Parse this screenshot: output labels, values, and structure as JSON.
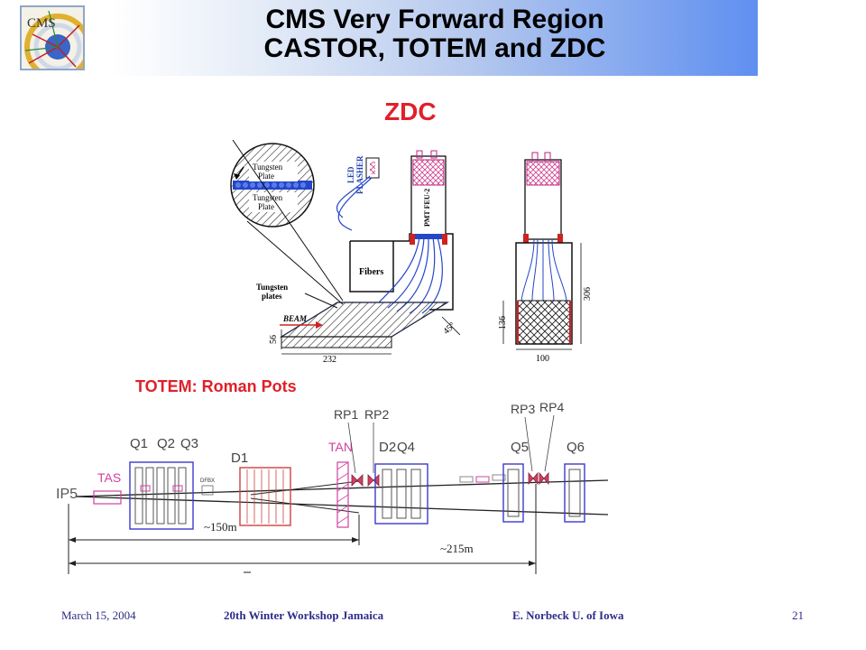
{
  "header": {
    "title_line1": "CMS  Very Forward  Region",
    "title_line2": "CASTOR, TOTEM and ZDC",
    "logo_text": "CMS"
  },
  "zdc": {
    "heading": "ZDC",
    "labels": {
      "tungsten_plate_top": "Tungsten\nPlate",
      "tungsten_plate_bottom": "Tungsten\nPlate",
      "led_flasher": "LED\nFLASHER",
      "pmt": "PMT FEU-2",
      "fibers": "Fibers",
      "tungsten_plates": "Tungsten\nplates",
      "beam": "BEAM",
      "angle": "45°",
      "dim_56": "56",
      "dim_232": "232",
      "dim_136": "136",
      "dim_306": "306",
      "dim_100": "100"
    }
  },
  "totem": {
    "heading": "TOTEM: Roman Pots",
    "labels": {
      "ip5": "IP5",
      "tas": "TAS",
      "q1": "Q1",
      "q2": "Q2",
      "q3": "Q3",
      "d1": "D1",
      "dfbx": "DFBX",
      "tan": "TAN",
      "rp1": "RP1",
      "rp2": "RP2",
      "d2": "D2",
      "q4": "Q4",
      "rp3": "RP3",
      "rp4": "RP4",
      "q5": "Q5",
      "q6": "Q6",
      "dist_150": "~150m",
      "dist_215": "~215m"
    }
  },
  "footer": {
    "date": "March 15, 2004",
    "event": "20th Winter Workshop  Jamaica",
    "author": "E. Norbeck   U. of Iowa",
    "page": "21"
  },
  "colors": {
    "heading_red": "#e0202a",
    "footer_text": "#2d2d8a",
    "title_gradient_end": "#5f8ff0"
  }
}
